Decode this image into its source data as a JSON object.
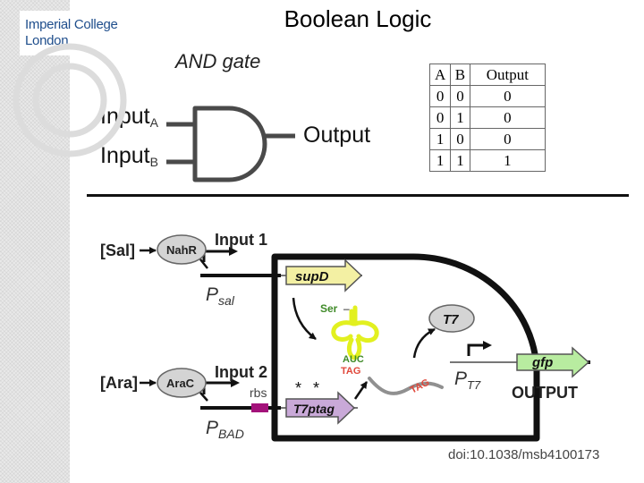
{
  "header": {
    "title": "Boolean Logic",
    "logo_line1": "Imperial College",
    "logo_line2": "London"
  },
  "gate": {
    "title": "AND gate",
    "input_a": "Input",
    "input_a_sub": "A",
    "input_b": "Input",
    "input_b_sub": "B",
    "output": "Output"
  },
  "truth_table": {
    "headers": [
      "A",
      "B",
      "Output"
    ],
    "rows": [
      [
        "0",
        "0",
        "0"
      ],
      [
        "0",
        "1",
        "0"
      ],
      [
        "1",
        "0",
        "0"
      ],
      [
        "1",
        "1",
        "1"
      ]
    ]
  },
  "circuit": {
    "sal": "[Sal]",
    "nahr": "NahR",
    "input1": "Input 1",
    "psal_p": "P",
    "psal_sub": "sal",
    "supd": "supD",
    "ser": "Ser",
    "t7": "T7",
    "auc": "AUC",
    "tag": "TAG",
    "tag2": "TAG",
    "ara": "[Ara]",
    "arac": "AraC",
    "input2": "Input 2",
    "rbs": "rbs",
    "star1": "*",
    "star2": "*",
    "pbad_p": "P",
    "pbad_sub": "BAD",
    "t7ptag": "T7ptag",
    "pt7_p": "P",
    "pt7_sub": "T7",
    "gfp": "gfp",
    "output": "OUTPUT"
  },
  "doi": "doi:10.1038/msb4100173",
  "colors": {
    "gene_yellow": "#f3f0a3",
    "gene_purple": "#c9a9d8",
    "gene_green": "#b8eca0",
    "protein_gray": "#d4d4d4",
    "trna_yellow": "#e2f020",
    "tag_red": "#e0483b",
    "ser_green": "#3f8a28",
    "rbs_magenta": "#a3127a"
  }
}
